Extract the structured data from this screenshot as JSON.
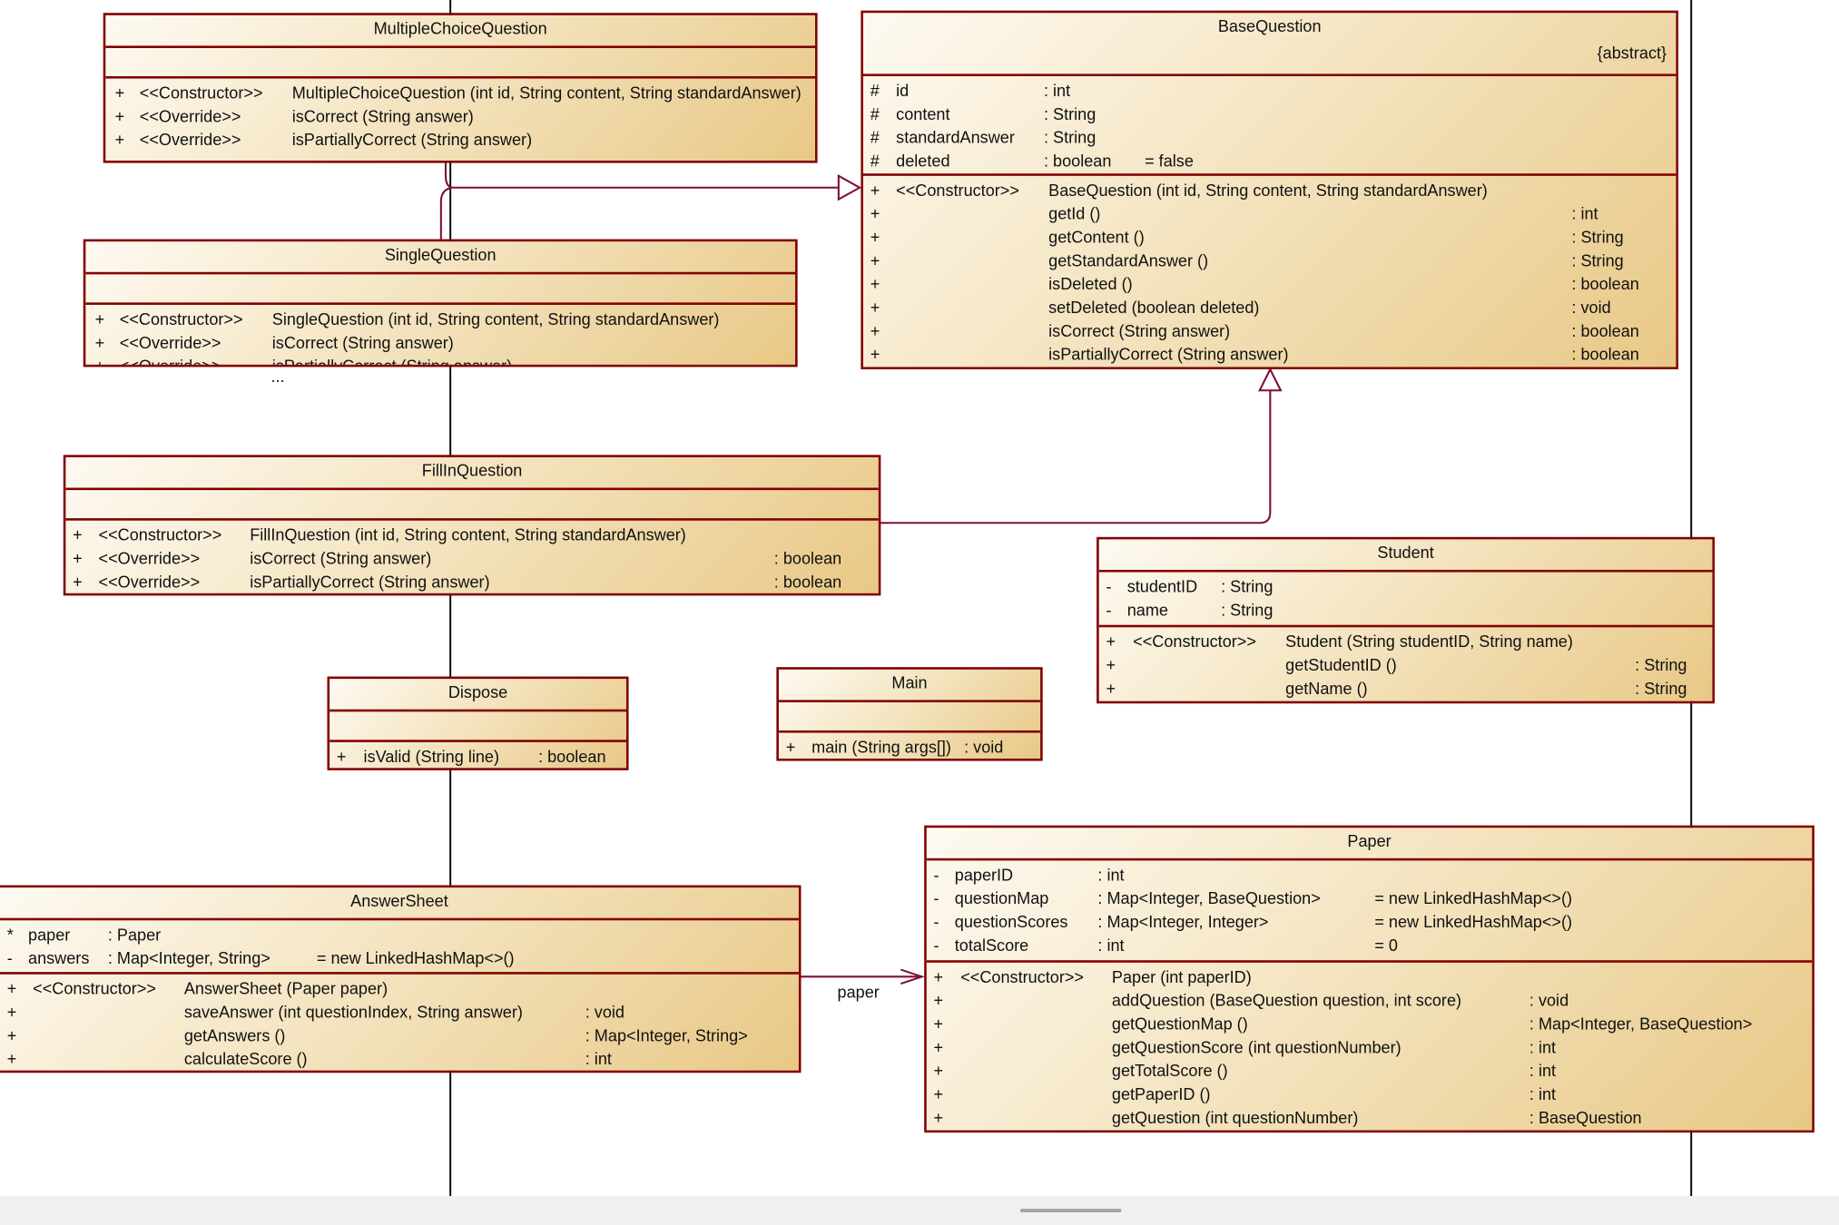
{
  "colors": {
    "border": "#820000",
    "connector": "#7b0e3c",
    "fill_light": "#fefaf2",
    "fill_dark": "#e8c886",
    "lifeline": "#000000"
  },
  "classes": {
    "mcq": {
      "name": "MultipleChoiceQuestion",
      "attributes": [],
      "operations": [
        [
          "+",
          "<<Constructor>>",
          "MultipleChoiceQuestion (int id, String content, String standardAnswer)",
          ""
        ],
        [
          "+",
          "<<Override>>",
          "isCorrect (String answer)",
          ""
        ],
        [
          "+",
          "<<Override>>",
          "isPartiallyCorrect (String answer)",
          ""
        ]
      ]
    },
    "single": {
      "name": "SingleQuestion",
      "attributes": [],
      "operations": [
        [
          "+",
          "<<Constructor>>",
          "SingleQuestion (int id, String content, String standardAnswer)",
          ""
        ],
        [
          "+",
          "<<Override>>",
          "isCorrect (String answer)",
          ""
        ],
        [
          "+",
          "<<Override>>",
          "isPartiallyCorrect (String answer)",
          ""
        ]
      ],
      "overflow": "..."
    },
    "base": {
      "name": "BaseQuestion",
      "modifier": "{abstract}",
      "attributes": [
        [
          "#",
          "id",
          ": int",
          ""
        ],
        [
          "#",
          "content",
          ": String",
          ""
        ],
        [
          "#",
          "standardAnswer",
          ": String",
          ""
        ],
        [
          "#",
          "deleted",
          ": boolean",
          "= false"
        ]
      ],
      "operations": [
        [
          "+",
          "<<Constructor>>",
          "BaseQuestion (int id, String content, String standardAnswer)",
          ""
        ],
        [
          "+",
          "",
          "getId ()",
          ": int"
        ],
        [
          "+",
          "",
          "getContent ()",
          ": String"
        ],
        [
          "+",
          "",
          "getStandardAnswer ()",
          ": String"
        ],
        [
          "+",
          "",
          "isDeleted ()",
          ": boolean"
        ],
        [
          "+",
          "",
          "setDeleted (boolean deleted)",
          ": void"
        ],
        [
          "+",
          "",
          "isCorrect (String answer)",
          ": boolean"
        ],
        [
          "+",
          "",
          "isPartiallyCorrect (String answer)",
          ": boolean"
        ]
      ]
    },
    "fillin": {
      "name": "FillInQuestion",
      "attributes": [],
      "operations": [
        [
          "+",
          "<<Constructor>>",
          "FillInQuestion (int id, String content, String standardAnswer)",
          ""
        ],
        [
          "+",
          "<<Override>>",
          "isCorrect (String answer)",
          ": boolean"
        ],
        [
          "+",
          "<<Override>>",
          "isPartiallyCorrect (String answer)",
          ": boolean"
        ]
      ]
    },
    "student": {
      "name": "Student",
      "attributes": [
        [
          "-",
          "studentID",
          ": String",
          ""
        ],
        [
          "-",
          "name",
          ": String",
          ""
        ]
      ],
      "operations": [
        [
          "+",
          "<<Constructor>>",
          "Student (String studentID, String name)",
          ""
        ],
        [
          "+",
          "",
          "getStudentID ()",
          ": String"
        ],
        [
          "+",
          "",
          "getName ()",
          ": String"
        ]
      ]
    },
    "dispose": {
      "name": "Dispose",
      "attributes": [],
      "operations": [
        [
          "+",
          "",
          "isValid (String line)",
          ": boolean"
        ]
      ]
    },
    "main": {
      "name": "Main",
      "attributes": [],
      "operations": [
        [
          "+",
          "",
          "main (String args[])",
          ": void"
        ]
      ]
    },
    "paper": {
      "name": "Paper",
      "attributes": [
        [
          "-",
          "paperID",
          ": int",
          ""
        ],
        [
          "-",
          "questionMap",
          ": Map<Integer, BaseQuestion>",
          "= new LinkedHashMap<>()"
        ],
        [
          "-",
          "questionScores",
          ": Map<Integer, Integer>",
          "= new LinkedHashMap<>()"
        ],
        [
          "-",
          "totalScore",
          ": int",
          "= 0"
        ]
      ],
      "operations": [
        [
          "+",
          "<<Constructor>>",
          "Paper (int paperID)",
          ""
        ],
        [
          "+",
          "",
          "addQuestion (BaseQuestion question, int score)",
          ": void"
        ],
        [
          "+",
          "",
          "getQuestionMap ()",
          ": Map<Integer, BaseQuestion>"
        ],
        [
          "+",
          "",
          "getQuestionScore (int questionNumber)",
          ": int"
        ],
        [
          "+",
          "",
          "getTotalScore ()",
          ": int"
        ],
        [
          "+",
          "",
          "getPaperID ()",
          ": int"
        ],
        [
          "+",
          "",
          "getQuestion (int questionNumber)",
          ": BaseQuestion"
        ]
      ]
    },
    "answersheet": {
      "name": "AnswerSheet",
      "attributes": [
        [
          "*",
          "paper",
          ": Paper",
          ""
        ],
        [
          "-",
          "answers",
          ": Map<Integer, String>",
          "= new LinkedHashMap<>()"
        ]
      ],
      "operations": [
        [
          "+",
          "<<Constructor>>",
          "AnswerSheet (Paper paper)",
          ""
        ],
        [
          "+",
          "",
          "saveAnswer (int questionIndex, String answer)",
          ": void"
        ],
        [
          "+",
          "",
          "getAnswers ()",
          ": Map<Integer, String>"
        ],
        [
          "+",
          "",
          "calculateScore ()",
          ": int"
        ]
      ]
    }
  },
  "relations": {
    "association_label": "paper"
  }
}
